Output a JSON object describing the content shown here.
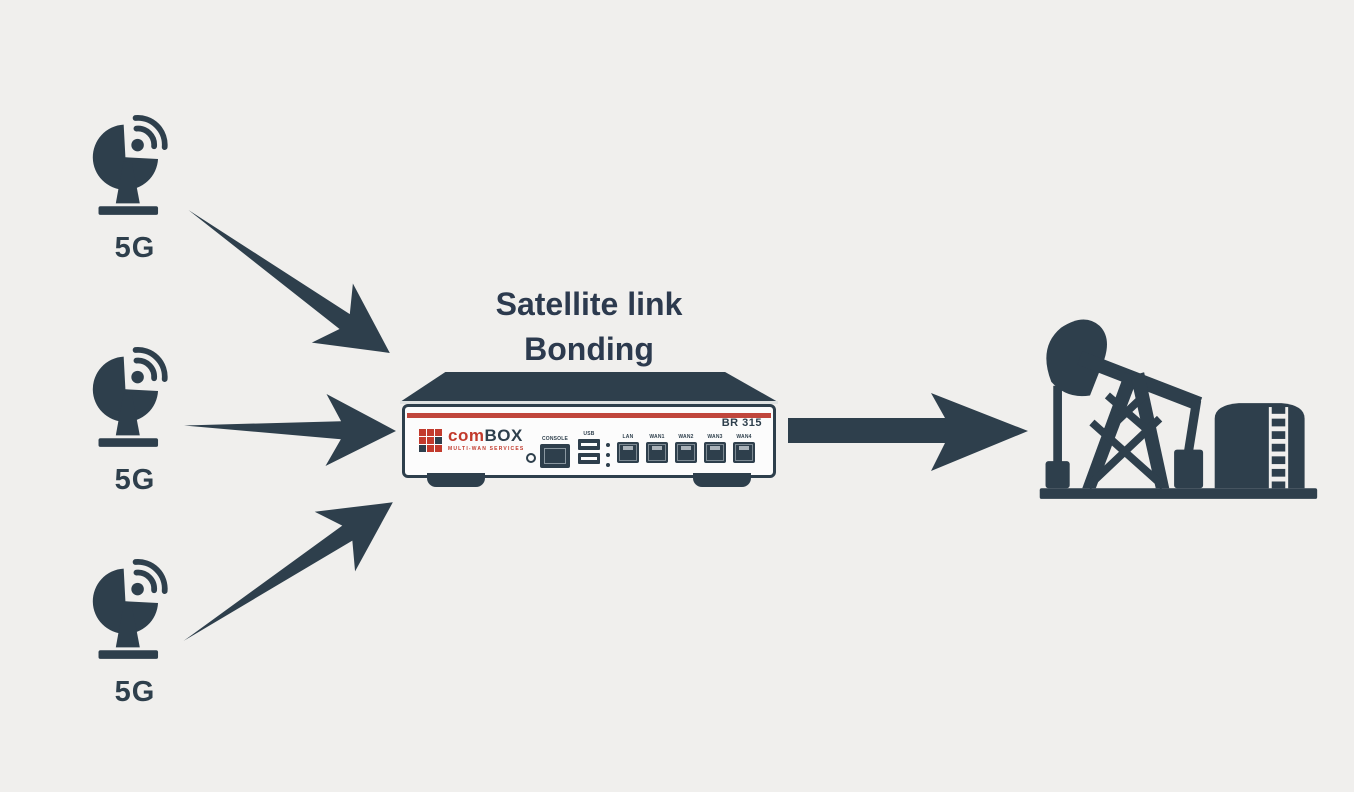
{
  "title": {
    "line1": "Satellite link",
    "line2": "Bonding"
  },
  "sources": [
    {
      "label": "5G"
    },
    {
      "label": "5G"
    },
    {
      "label": "5G"
    }
  ],
  "router": {
    "model": "BR 315",
    "brand": {
      "name_left": "com",
      "name_right": "BOX",
      "tagline": "MULTI-WAN SERVICES"
    },
    "console_label": "CONSOLE",
    "usb_label": "USB",
    "ethernet_ports": [
      "LAN",
      "WAN1",
      "WAN2",
      "WAN3",
      "WAN4"
    ]
  },
  "icons": {
    "source": "satellite-dish-icon",
    "destination": "oil-pumpjack-icon"
  },
  "colors": {
    "background": "#f0efed",
    "ink": "#2e3f4c",
    "red": "#c23a2c",
    "panel_white": "#fcfcfc"
  }
}
